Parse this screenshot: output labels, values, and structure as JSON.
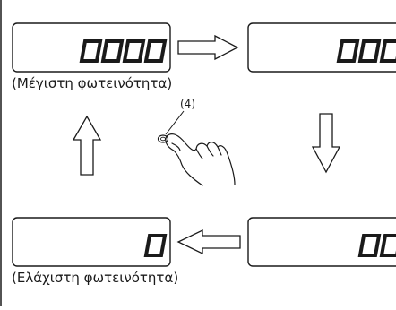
{
  "displays": [
    {
      "id": "top-left",
      "digits": 4
    },
    {
      "id": "top-right",
      "digits": 3
    },
    {
      "id": "bottom-right",
      "digits": 2
    },
    {
      "id": "bottom-left",
      "digits": 1
    }
  ],
  "labels": {
    "max_brightness": "(Μέγιστη φωτεινότητα)",
    "min_brightness": "(Ελάχιστη φωτεινότητα)",
    "button_callout": "(4)"
  },
  "colors": {
    "line": "#1a1a1a",
    "background": "#ffffff"
  }
}
